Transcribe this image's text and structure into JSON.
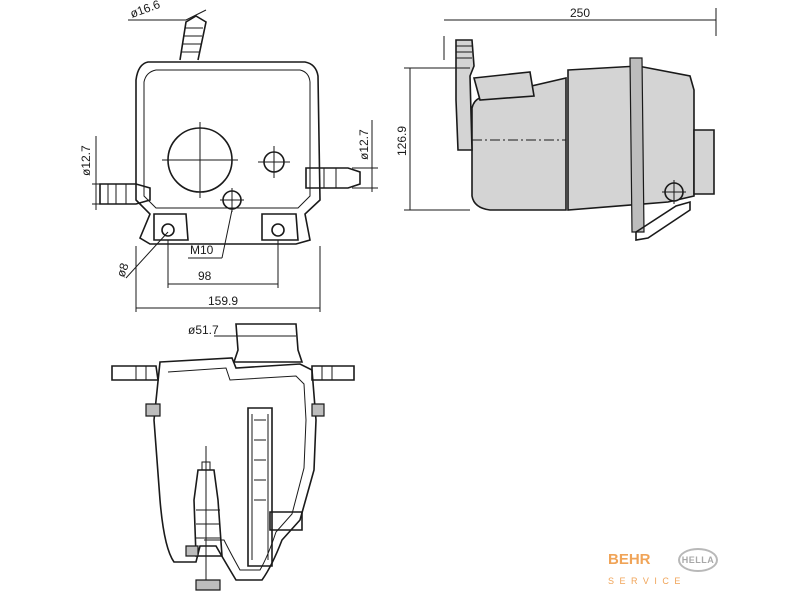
{
  "dimensions": {
    "d_hose_top": "ø16.6",
    "d_left_port": "ø12.7",
    "d_right_port": "ø12.7",
    "thread": "M10",
    "hole": "ø8",
    "bolt_spacing": "98",
    "width": "159.9",
    "cap": "ø51.7",
    "length": "250",
    "height": "126.9"
  },
  "branding": {
    "behr": "BEHR",
    "hella": "HELLA",
    "service": "SERVICE",
    "colors": {
      "behr": "#f0a458",
      "hella": "#a8a8a8"
    }
  }
}
